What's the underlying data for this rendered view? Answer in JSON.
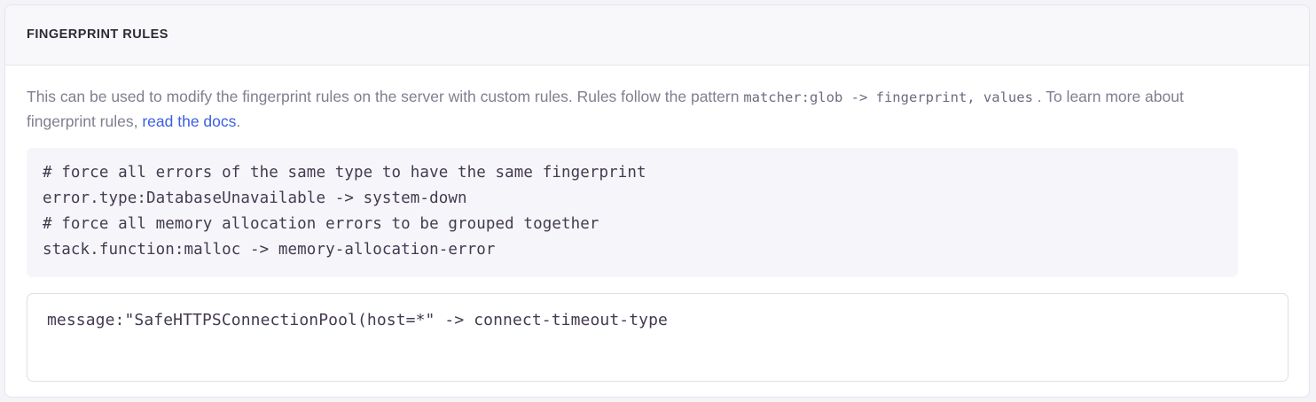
{
  "panel": {
    "title": "FINGERPRINT RULES",
    "description": {
      "lead": "This can be used to modify the fingerprint rules on the server with custom rules. Rules follow the pattern ",
      "inline_code": "matcher:glob -> fingerprint, values",
      "middle": " . To learn more about fingerprint rules, ",
      "link_text": "read the docs",
      "trailing": "."
    },
    "example_code": "# force all errors of the same type to have the same fingerprint\nerror.type:DatabaseUnavailable -> system-down\n# force all memory allocation errors to be grouped together\nstack.function:malloc -> memory-allocation-error",
    "rules_input": {
      "value": "message:\"SafeHTTPSConnectionPool(host=*\" -> connect-timeout-type",
      "placeholder": ""
    }
  },
  "colors": {
    "page_background": "#f4f4f8",
    "panel_background": "#ffffff",
    "panel_header_background": "#f8f8fb",
    "panel_border": "#e4e4ec",
    "title_text": "#2f2936",
    "body_text": "#7f7f90",
    "code_text": "#443a50",
    "code_block_background": "#f6f6fa",
    "link": "#3b5fe0",
    "input_border": "#dedee8"
  }
}
